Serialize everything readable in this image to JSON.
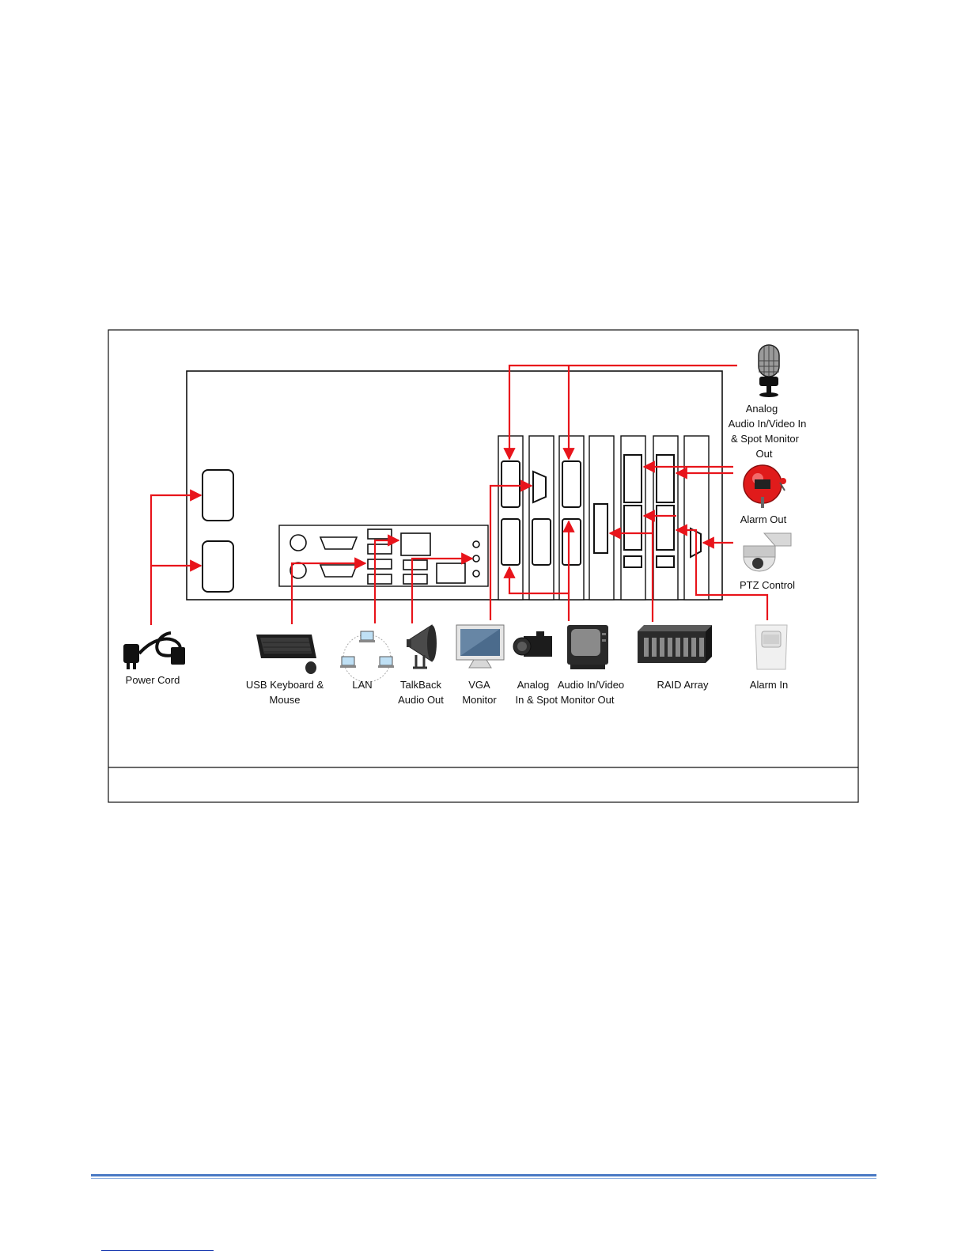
{
  "labels": {
    "microphone": [
      "Analog",
      "Audio In/Video In",
      "& Spot Monitor",
      "Out"
    ],
    "alarm_out": "Alarm Out",
    "ptz": "PTZ Control",
    "power_cord": "Power Cord",
    "keyboard": [
      "USB Keyboard &",
      "Mouse"
    ],
    "lan": "LAN",
    "talkback": [
      "TalkBack",
      "Audio Out"
    ],
    "vga": [
      "VGA",
      "Monitor"
    ],
    "analog_av": [
      "Analog",
      "Audio In/Video",
      "In & Spot Monitor Out"
    ],
    "raid": "RAID Array",
    "alarm_in": "Alarm In"
  },
  "icons": {
    "microphone": "microphone-icon",
    "alarm_bell": "alarm-bell-icon",
    "ptz_camera": "ptz-camera-icon",
    "power_cord": "power-cord-icon",
    "keyboard": "keyboard-mouse-icon",
    "lan": "lan-network-icon",
    "speaker": "horn-speaker-icon",
    "monitor": "vga-monitor-icon",
    "camera": "cctv-camera-icon",
    "crt": "crt-monitor-icon",
    "raid": "raid-array-icon",
    "motion_sensor": "motion-sensor-icon"
  },
  "colors": {
    "wire": "#e8141b",
    "outline": "#111111",
    "footer_rule": "#4a7ac4"
  }
}
